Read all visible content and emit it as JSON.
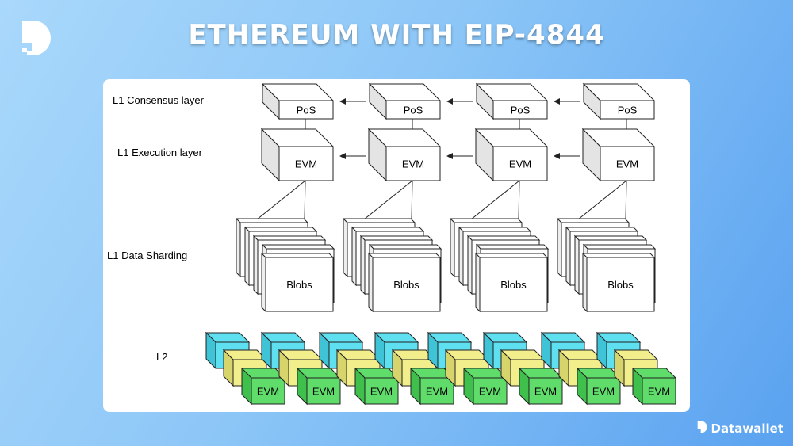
{
  "header": {
    "title": "ETHEREUM WITH EIP-4844",
    "logo_icon": "datawallet-logo-icon"
  },
  "diagram": {
    "row_labels": {
      "consensus": "L1 Consensus layer",
      "execution": "L1 Execution layer",
      "data": "L1 Data Sharding",
      "l2": "L2"
    },
    "columns": [
      {
        "consensus": "PoS",
        "execution": "EVM",
        "data": "Blobs"
      },
      {
        "consensus": "PoS",
        "execution": "EVM",
        "data": "Blobs"
      },
      {
        "consensus": "PoS",
        "execution": "EVM",
        "data": "Blobs"
      },
      {
        "consensus": "PoS",
        "execution": "EVM",
        "data": "Blobs"
      }
    ],
    "l2_group_count": 8,
    "l2_front_label": "EVM",
    "colors": {
      "l2_back": "#5ee0f0",
      "l2_middle": "#f2ee8c",
      "l2_front": "#5fdc6a",
      "box": "#ffffff",
      "box_side": "#e4e4e4"
    }
  },
  "footer": {
    "brand": "Datawallet"
  }
}
